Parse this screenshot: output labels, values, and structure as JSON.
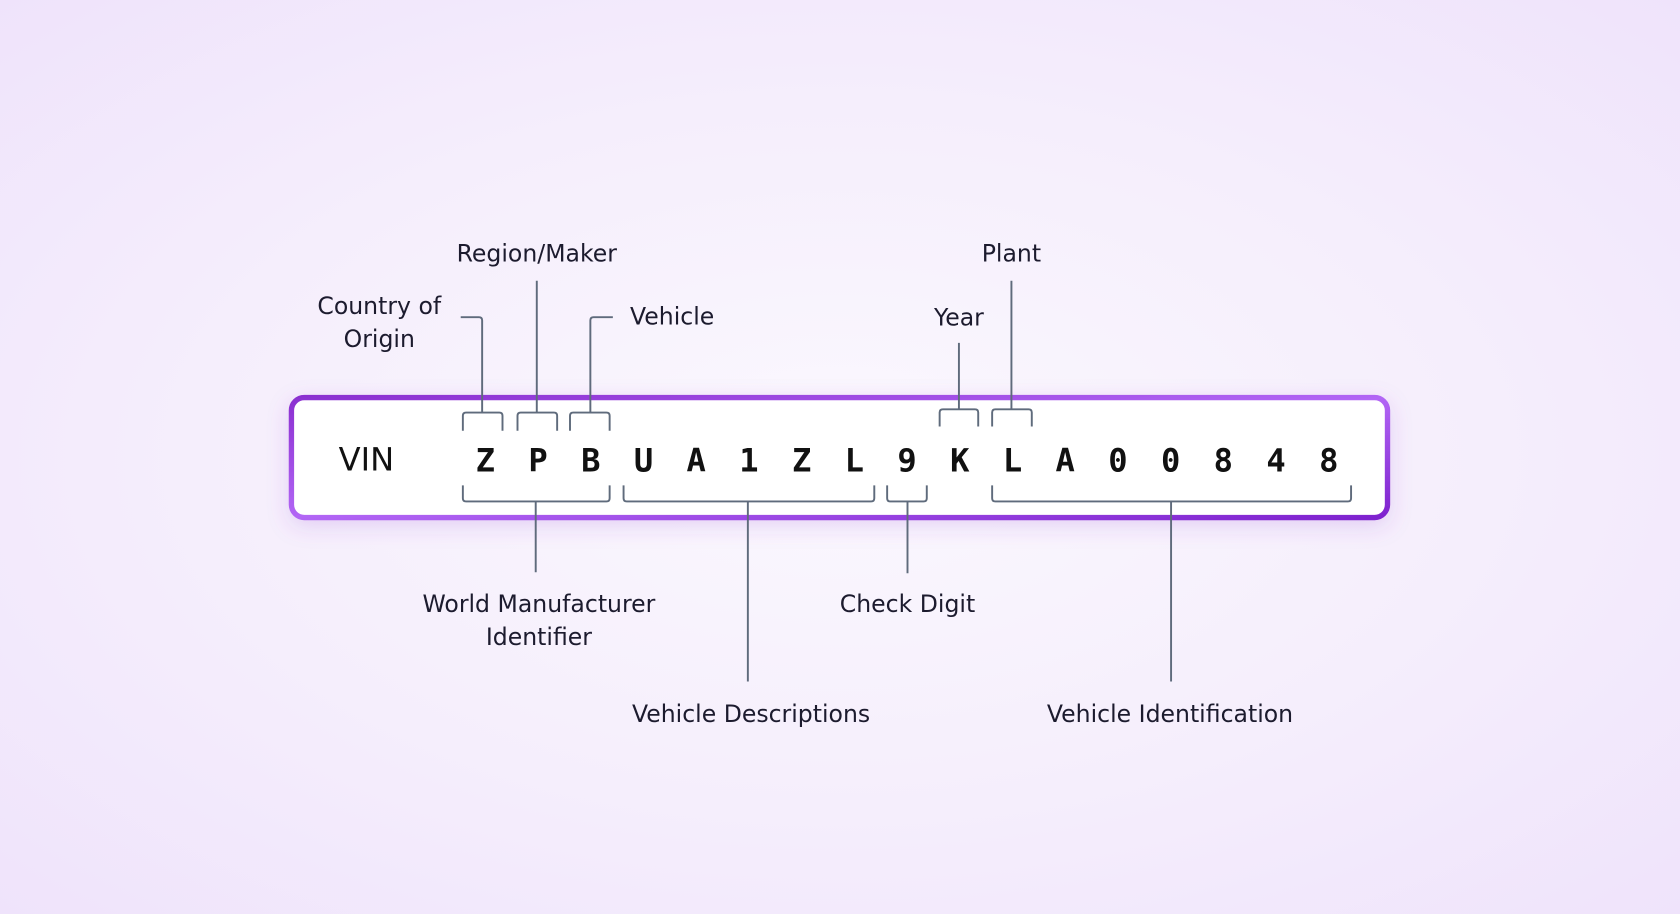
{
  "title": "VIN",
  "vin_characters": [
    "Z",
    "P",
    "B",
    "U",
    "A",
    "1",
    "Z",
    "L",
    "9",
    "K",
    "L",
    "A",
    "0",
    "0",
    "8",
    "4",
    "8"
  ],
  "labels": {
    "country_of_origin": [
      "Country of",
      "Origin"
    ],
    "region_maker": "Region/Maker",
    "vehicle": "Vehicle",
    "year": "Year",
    "plant": "Plant",
    "wmi": [
      "World Manufacturer",
      "Identifier"
    ],
    "check_digit": "Check Digit",
    "vehicle_descriptions": "Vehicle Descriptions",
    "vehicle_identification": "Vehicle Identification"
  },
  "colors": {
    "border_start": "#a855f7",
    "border_end": "#7e22ce",
    "connector": "#5f6b7c"
  }
}
